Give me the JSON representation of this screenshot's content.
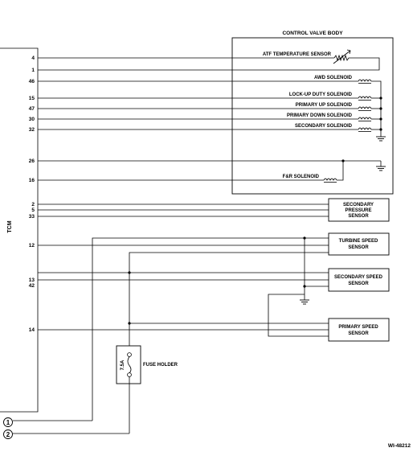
{
  "tcm_label": "TCM",
  "control_valve_body": {
    "title": "CONTROL VALVE BODY",
    "atf_sensor": "ATF TEMPERATURE SENSOR",
    "solenoids": [
      "AWD SOLENOID",
      "LOCK-UP DUTY SOLENOID",
      "PRIMARY UP SOLENOID",
      "PRIMARY DOWN SOLENOID",
      "SECONDARY SOLENOID"
    ],
    "fr_solenoid": "F&R SOLENOID"
  },
  "pins": [
    "4",
    "1",
    "46",
    "15",
    "47",
    "30",
    "32",
    "26",
    "16",
    "2",
    "5",
    "33",
    "12",
    "13",
    "42",
    "14"
  ],
  "sensors": {
    "secondary_pressure": [
      "SECONDARY",
      "PRESSURE",
      "SENSOR"
    ],
    "turbine_speed": [
      "TURBINE SPEED",
      "SENSOR"
    ],
    "secondary_speed": [
      "SECONDARY SPEED",
      "SENSOR"
    ],
    "primary_speed": [
      "PRIMARY SPEED",
      "SENSOR"
    ]
  },
  "fuse": {
    "rating": "7.5A",
    "label": "FUSE HOLDER"
  },
  "connectors": [
    "1",
    "2"
  ],
  "figure_id": "WI-48212"
}
